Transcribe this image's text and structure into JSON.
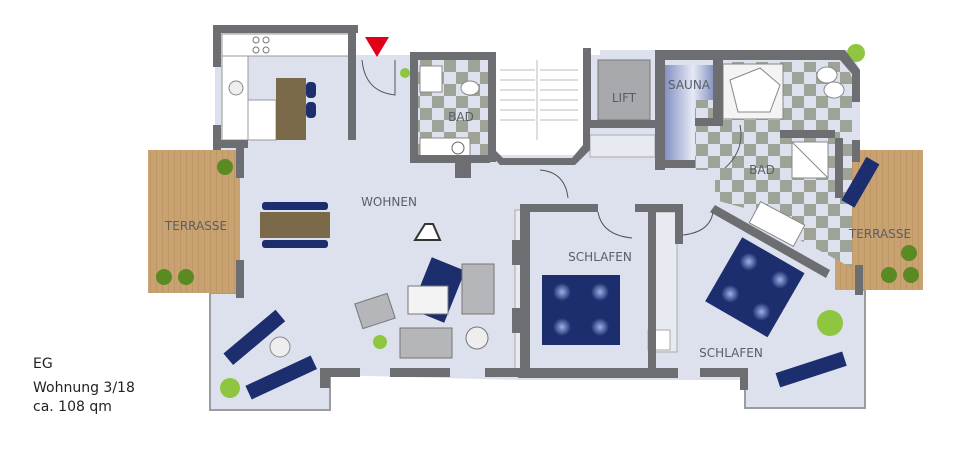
{
  "colors": {
    "wall": "#6d6e71",
    "floor": "#dde1ee",
    "terrace": "#c9a272",
    "furniture_dark": "#1c2e6e",
    "tile_dark": "#9ea398",
    "sauna": "#8896c4",
    "entrance_marker": "#e0001a"
  },
  "rooms": {
    "wohnen": "WOHNEN",
    "bad1": "BAD",
    "lift": "LIFT",
    "sauna": "SAUNA",
    "bad2": "BAD",
    "terrasse_left": "TERRASSE",
    "terrasse_right": "TERRASSE",
    "schlafen1": "SCHLAFEN",
    "schlafen2": "SCHLAFEN"
  },
  "info": {
    "floor": "EG",
    "unit": "Wohnung 3/18",
    "area": "ca. 108 qm"
  }
}
